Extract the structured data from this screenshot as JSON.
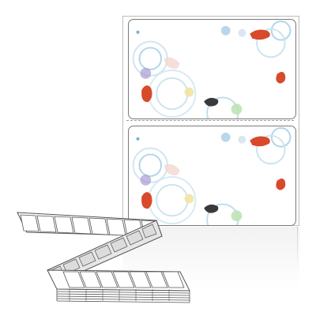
{
  "product": {
    "name": "",
    "colors": {
      "frame": "#bdbdbd",
      "card_border": "#7a7a7a",
      "perforation": "#9e9e9e",
      "koi_red": "#d84a2a",
      "koi_dark": "#3a3a3a",
      "ripple_blue": "#8fc4e0",
      "ripple_purple": "#a79bd3",
      "bubble_green": "#bfe3b5",
      "bubble_yellow": "#f1e3a4"
    }
  },
  "cards": [
    {
      "pattern": "koi-pond"
    },
    {
      "pattern": "koi-pond"
    }
  ],
  "fanfold_stack": {
    "label_columns": 8,
    "folded_layers": 7
  }
}
